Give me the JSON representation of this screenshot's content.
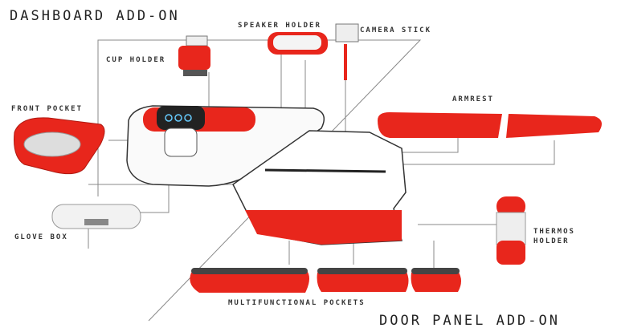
{
  "titles": {
    "dashboard": "DASHBOARD ADD-ON",
    "door_panel": "DOOR PANEL ADD-ON"
  },
  "labels": {
    "speaker_holder": "SPEAKER HOLDER",
    "camera_stick": "CAMERA STICK",
    "cup_holder": "CUP HOLDER",
    "front_pocket": "FRONT POCKET",
    "armrest": "ARMREST",
    "glove_box": "GLOVE BOX",
    "thermos_holder_1": "THERMOS",
    "thermos_holder_2": "HOLDER",
    "multifunctional_pockets": "MULTIFUNCTIONAL POCKETS"
  },
  "colors": {
    "accent": "#e8261c",
    "dark": "#333333",
    "line": "#888888"
  }
}
